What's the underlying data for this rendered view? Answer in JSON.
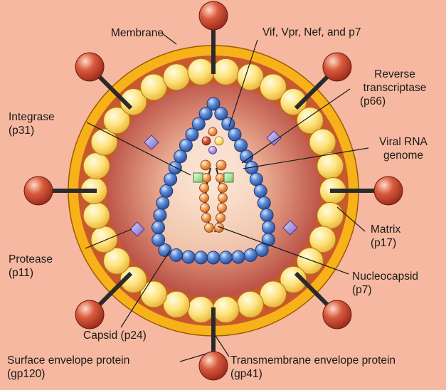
{
  "colors": {
    "background": "#f6b8a0",
    "membrane": "#f7b21a",
    "membrane_edge": "#c47a00",
    "matrix_ball": "#fde27a",
    "interior_dark": "#b5473c",
    "interior_light": "#fdf2e8",
    "capsid_ball": "#4a78c9",
    "knob": "#c84a30",
    "stalk": "#2a2a2a",
    "protease_diamond": "#9a86d8",
    "integrase_square": "#9fd88a",
    "nucleocapsid": "#ec8a3a"
  },
  "labels": {
    "membrane": "Membrane",
    "vif": "Vif, Vpr, Nef, and p7",
    "rt_1": "Reverse",
    "rt_2": "transcriptase",
    "rt_3": "(p66)",
    "integrase_1": "Integrase",
    "integrase_2": "(p31)",
    "rna_1": "Viral RNA",
    "rna_2": "genome",
    "matrix_1": "Matrix",
    "matrix_2": "(p17)",
    "protease_1": "Protease",
    "protease_2": "(p11)",
    "nucleocapsid_1": "Nucleocapsid",
    "nucleocapsid_2": "(p7)",
    "capsid": "Capsid (p24)",
    "surface_1": "Surface envelope protein",
    "surface_2": "(gp120)",
    "transmembrane_1": "Transmembrane envelope protein",
    "transmembrane_2": "(gp41)"
  }
}
